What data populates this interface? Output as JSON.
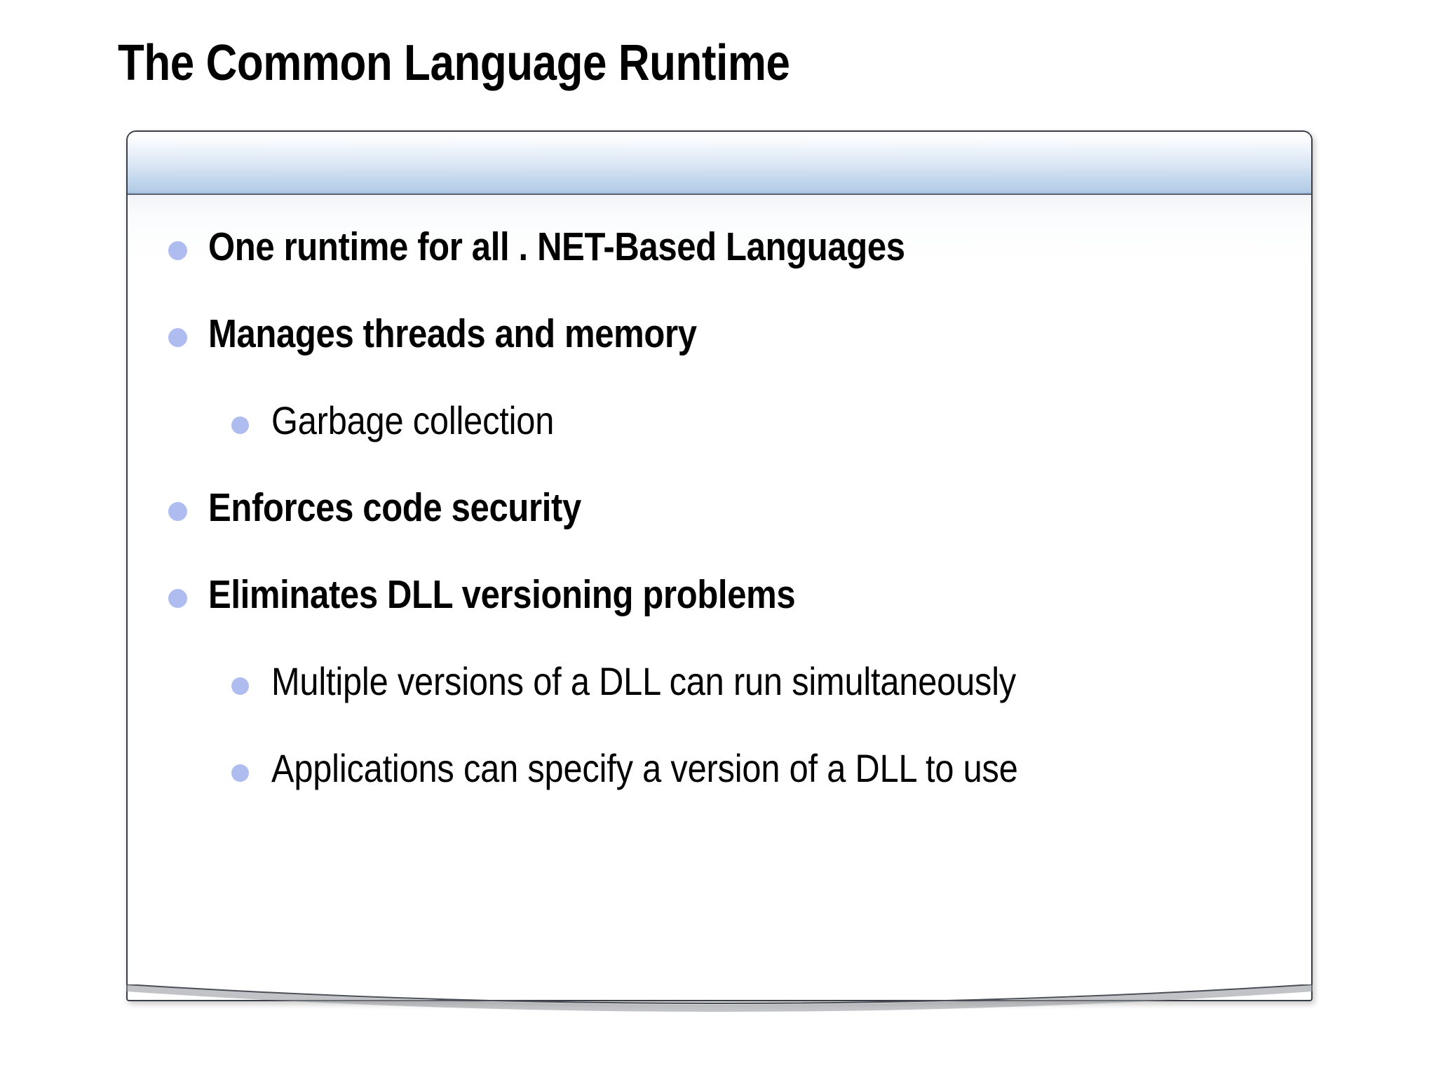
{
  "slide": {
    "title": "The Common Language Runtime",
    "accent_bullet_color": "#aebcf0",
    "header_gradient_from": "#ffffff",
    "header_gradient_to": "#9fbcda",
    "border_color": "#3a3f47",
    "text_color": "#000000",
    "content": {
      "bullets": [
        {
          "level": 1,
          "text": "One runtime for all . NET-Based Languages"
        },
        {
          "level": 1,
          "text": "Manages threads and memory"
        },
        {
          "level": 2,
          "text": "Garbage collection"
        },
        {
          "level": 1,
          "text": "Enforces code security"
        },
        {
          "level": 1,
          "text": "Eliminates DLL versioning problems"
        },
        {
          "level": 2,
          "text": "Multiple versions of a DLL can run simultaneously"
        },
        {
          "level": 2,
          "text": "Applications can specify a version of a DLL to use"
        }
      ]
    }
  }
}
